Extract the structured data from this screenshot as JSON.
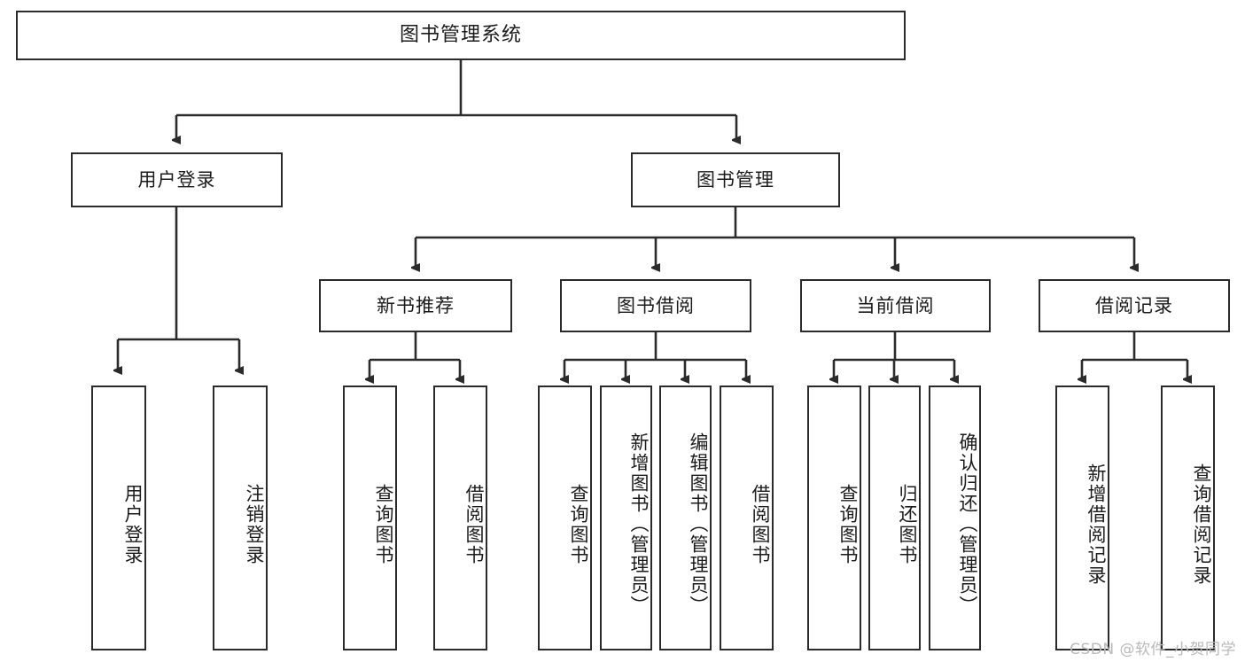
{
  "diagram": {
    "type": "tree",
    "title": "图书管理系统",
    "watermark": "CSDN @软件_小贺同学",
    "colors": {
      "background": "#ffffff",
      "box_fill": "#ffffff",
      "box_stroke": "#2b2b2b",
      "connector": "#2b2b2b",
      "watermark": "#b9b9b9"
    },
    "root": {
      "label": "图书管理系统"
    },
    "level2": [
      {
        "label": "用户登录"
      },
      {
        "label": "图书管理"
      }
    ],
    "level3": [
      {
        "label": "新书推荐"
      },
      {
        "label": "图书借阅"
      },
      {
        "label": "当前借阅"
      },
      {
        "label": "借阅记录"
      }
    ],
    "leaves": {
      "user_login": [
        {
          "label": "用户登录"
        },
        {
          "label": "注销登录"
        }
      ],
      "new_book": [
        {
          "label": "查询图书"
        },
        {
          "label": "借阅图书"
        }
      ],
      "borrow_book": [
        {
          "label": "查询图书"
        },
        {
          "label": "新增图书（管理员）"
        },
        {
          "label": "编辑图书（管理员）"
        },
        {
          "label": "借阅图书"
        }
      ],
      "current_borrow": [
        {
          "label": "查询图书"
        },
        {
          "label": "归还图书"
        },
        {
          "label": "确认归还（管理员）"
        }
      ],
      "borrow_record": [
        {
          "label": "新增借阅记录"
        },
        {
          "label": "查询借阅记录"
        }
      ]
    }
  }
}
